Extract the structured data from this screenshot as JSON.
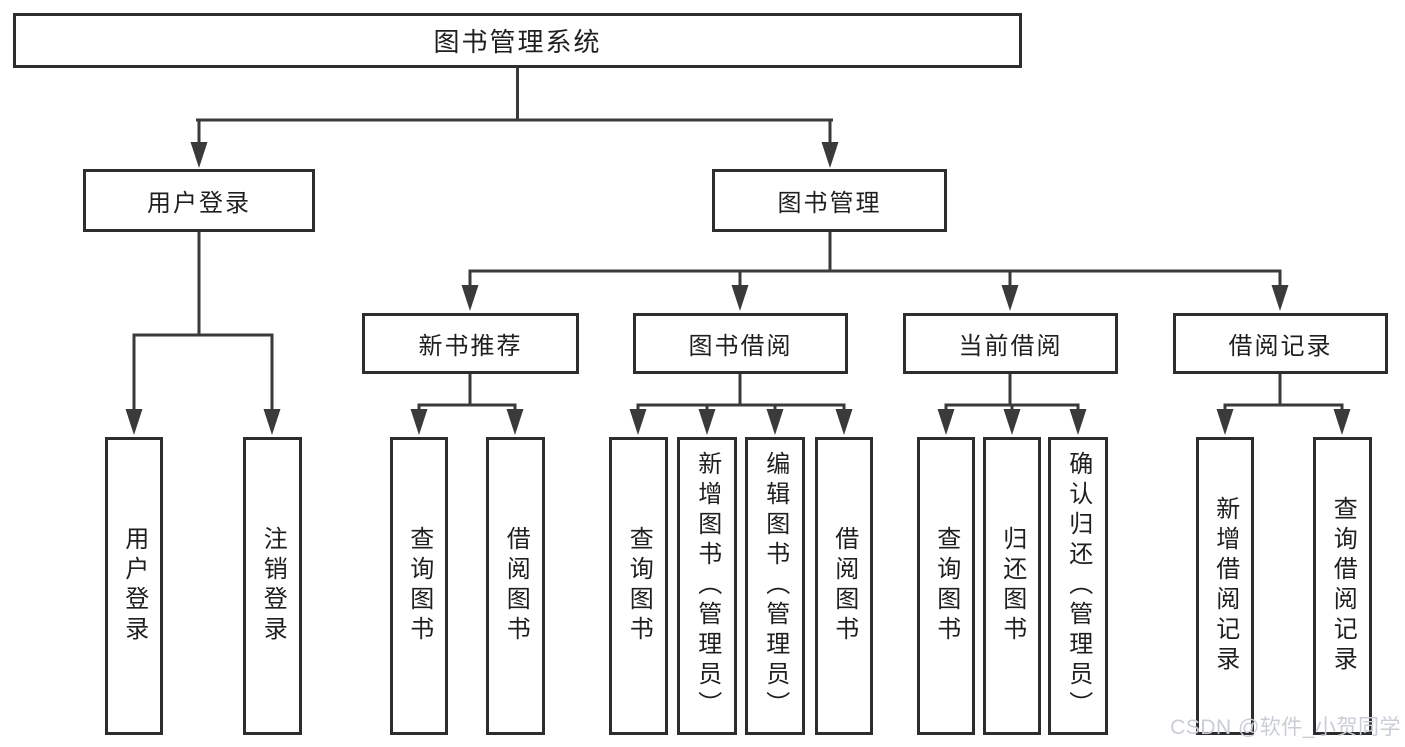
{
  "tree": {
    "label": "图书管理系统",
    "children": [
      {
        "label": "用户登录",
        "children": [
          {
            "label": "用户登录"
          },
          {
            "label": "注销登录"
          }
        ]
      },
      {
        "label": "图书管理",
        "children": [
          {
            "label": "新书推荐",
            "children": [
              {
                "label": "查询图书"
              },
              {
                "label": "借阅图书"
              }
            ]
          },
          {
            "label": "图书借阅",
            "children": [
              {
                "label": "查询图书"
              },
              {
                "label": "新增图书（管理员）"
              },
              {
                "label": "编辑图书（管理员）"
              },
              {
                "label": "借阅图书"
              }
            ]
          },
          {
            "label": "当前借阅",
            "children": [
              {
                "label": "查询图书"
              },
              {
                "label": "归还图书"
              },
              {
                "label": "确认归还（管理员）"
              }
            ]
          },
          {
            "label": "借阅记录",
            "children": [
              {
                "label": "新增借阅记录"
              },
              {
                "label": "查询借阅记录"
              }
            ]
          }
        ]
      }
    ]
  },
  "watermark": "CSDN @软件_小贺同学",
  "colors": {
    "line": "#3a3a3a",
    "box_border": "#2d2d2d",
    "box_fill": "#ffffff",
    "text": "#1f1f1f",
    "watermark": "#c9cdd5",
    "canvas_bg": "#ffffff"
  }
}
